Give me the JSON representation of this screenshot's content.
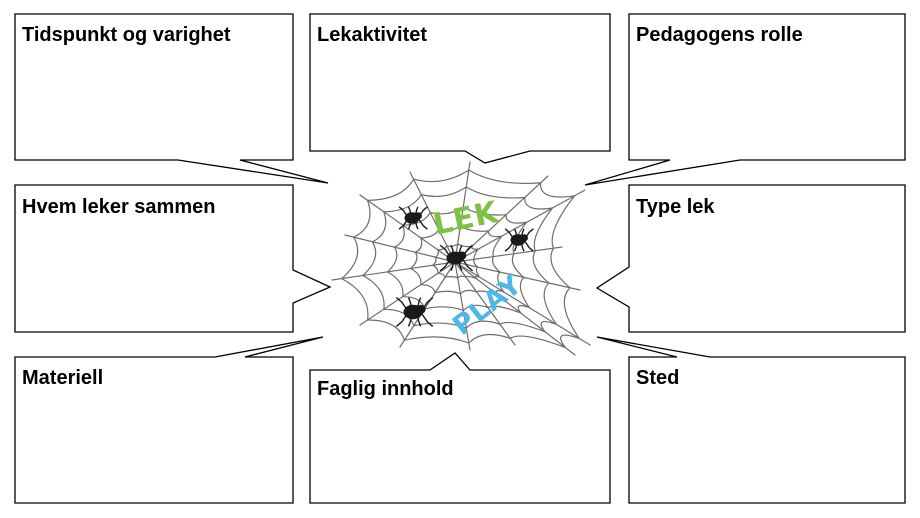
{
  "boxes": {
    "tidspunkt": "Tidspunkt og varighet",
    "lekaktivitet": "Lekaktivitet",
    "pedagogens_rolle": "Pedagogens rolle",
    "hvem_leker": "Hvem leker sammen",
    "type_lek": "Type lek",
    "materiell": "Materiell",
    "faglig_innhold": "Faglig innhold",
    "sted": "Sted"
  },
  "center": {
    "word_green": "LEK",
    "word_blue": "PLAY"
  },
  "colors": {
    "lek_green": "#7dc242",
    "play_blue": "#4db8e8",
    "web_gray": "#6d6d6d"
  },
  "icons": [
    "spider-web",
    "spider-icon"
  ]
}
